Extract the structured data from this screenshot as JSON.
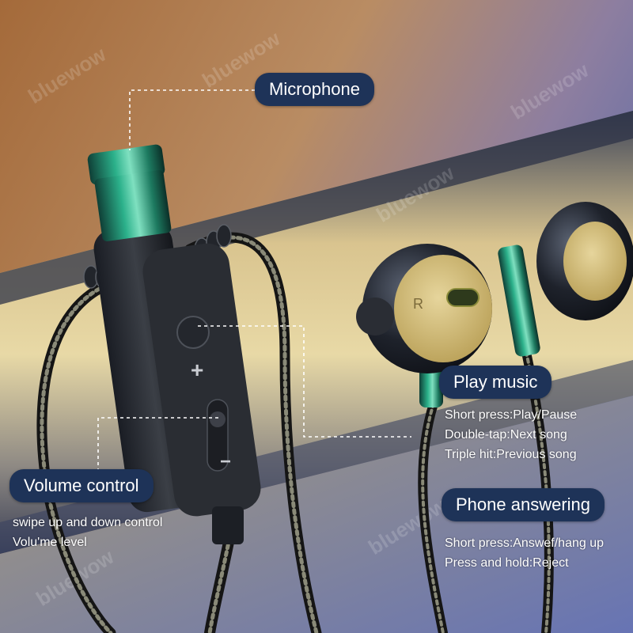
{
  "product": {
    "watermark": "bluewow",
    "colors": {
      "label_bg": "#1e3358",
      "label_text": "#ffffff",
      "metal_accent": "#1f8f6e",
      "bg_top": "#b57a45",
      "bg_mid": "#c8ad80",
      "bg_bottom": "#6a78b6"
    }
  },
  "callouts": {
    "microphone": {
      "label": "Microphone"
    },
    "play_music": {
      "label": "Play music",
      "lines": [
        "Short press:Play/Pause",
        "Double-tap:Next song",
        "Triple hit:Previous song"
      ]
    },
    "volume_control": {
      "label": "Volume control",
      "lines": [
        "swipe up and down control",
        "Volu'me level"
      ]
    },
    "phone_answering": {
      "label": "Phone answering",
      "lines": [
        "Short press:Answef/hang up",
        "Press and hold:Reject"
      ]
    }
  },
  "remote": {
    "plus_symbol": "+",
    "minus_symbol": "−"
  },
  "earbud": {
    "side_mark": "R"
  }
}
